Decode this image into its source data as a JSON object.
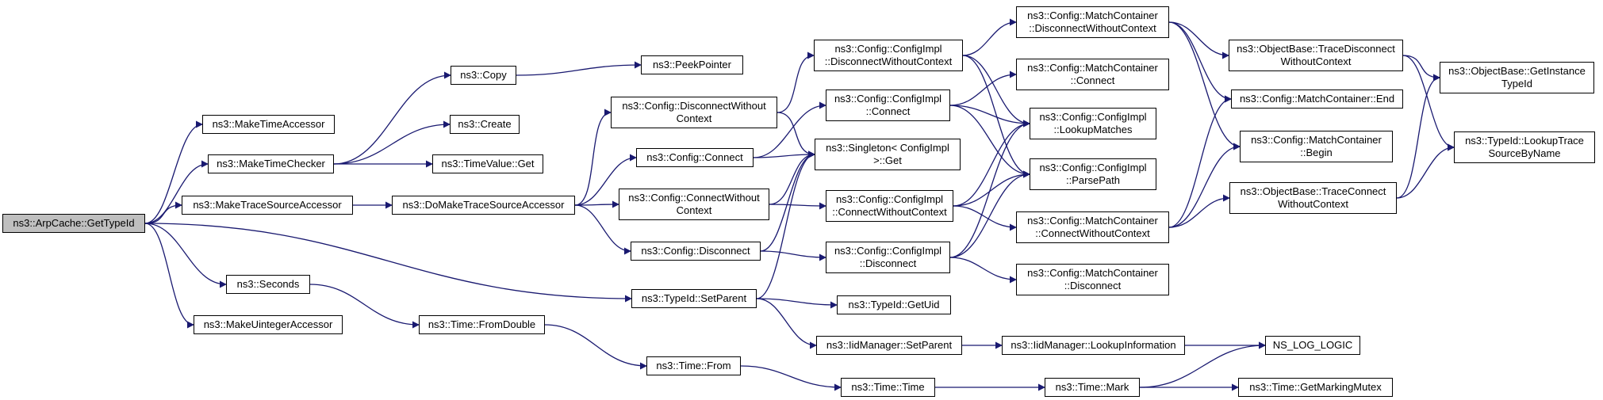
{
  "edge_color": "#191970",
  "root_fill": "#bfbfbf",
  "nodes": {
    "n0": {
      "line1": "ns3::ArpCache::GetTypeId",
      "line2": ""
    },
    "n1": {
      "line1": "ns3::MakeTimeAccessor",
      "line2": ""
    },
    "n2": {
      "line1": "ns3::MakeTimeChecker",
      "line2": ""
    },
    "n3": {
      "line1": "ns3::MakeTraceSourceAccessor",
      "line2": ""
    },
    "n4": {
      "line1": "ns3::Seconds",
      "line2": ""
    },
    "n5": {
      "line1": "ns3::MakeUintegerAccessor",
      "line2": ""
    },
    "n6": {
      "line1": "ns3::Copy",
      "line2": ""
    },
    "n7": {
      "line1": "ns3::Create",
      "line2": ""
    },
    "n8": {
      "line1": "ns3::TimeValue::Get",
      "line2": ""
    },
    "n9": {
      "line1": "ns3::DoMakeTraceSourceAccessor",
      "line2": ""
    },
    "n10": {
      "line1": "ns3::Time::FromDouble",
      "line2": ""
    },
    "n11": {
      "line1": "ns3::PeekPointer",
      "line2": ""
    },
    "n12": {
      "line1": "ns3::Config::DisconnectWithout",
      "line2": "Context"
    },
    "n13": {
      "line1": "ns3::Config::Connect",
      "line2": ""
    },
    "n14": {
      "line1": "ns3::Config::ConnectWithout",
      "line2": "Context"
    },
    "n15": {
      "line1": "ns3::Config::Disconnect",
      "line2": ""
    },
    "n16": {
      "line1": "ns3::TypeId::SetParent",
      "line2": ""
    },
    "n17": {
      "line1": "ns3::Time::From",
      "line2": ""
    },
    "n18": {
      "line1": "ns3::Config::ConfigImpl",
      "line2": "::DisconnectWithoutContext"
    },
    "n19": {
      "line1": "ns3::Config::ConfigImpl",
      "line2": "::Connect"
    },
    "n20": {
      "line1": "ns3::Singleton< ConfigImpl",
      "line2": ">::Get"
    },
    "n21": {
      "line1": "ns3::Config::ConfigImpl",
      "line2": "::ConnectWithoutContext"
    },
    "n22": {
      "line1": "ns3::Config::ConfigImpl",
      "line2": "::Disconnect"
    },
    "n23": {
      "line1": "ns3::TypeId::GetUid",
      "line2": ""
    },
    "n24": {
      "line1": "ns3::IidManager::SetParent",
      "line2": ""
    },
    "n25": {
      "line1": "ns3::Time::Time",
      "line2": ""
    },
    "n26": {
      "line1": "ns3::Config::MatchContainer",
      "line2": "::DisconnectWithoutContext"
    },
    "n27": {
      "line1": "ns3::Config::MatchContainer",
      "line2": "::Connect"
    },
    "n28": {
      "line1": "ns3::Config::ConfigImpl",
      "line2": "::LookupMatches"
    },
    "n29": {
      "line1": "ns3::Config::ConfigImpl",
      "line2": "::ParsePath"
    },
    "n30": {
      "line1": "ns3::Config::MatchContainer",
      "line2": "::ConnectWithoutContext"
    },
    "n31": {
      "line1": "ns3::Config::MatchContainer",
      "line2": "::Disconnect"
    },
    "n32": {
      "line1": "ns3::IidManager::LookupInformation",
      "line2": ""
    },
    "n33": {
      "line1": "ns3::Time::Mark",
      "line2": ""
    },
    "n34": {
      "line1": "ns3::ObjectBase::TraceDisconnect",
      "line2": "WithoutContext"
    },
    "n35": {
      "line1": "ns3::Config::MatchContainer::End",
      "line2": ""
    },
    "n36": {
      "line1": "ns3::Config::MatchContainer",
      "line2": "::Begin"
    },
    "n37": {
      "line1": "ns3::ObjectBase::TraceConnect",
      "line2": "WithoutContext"
    },
    "n38": {
      "line1": "NS_LOG_LOGIC",
      "line2": ""
    },
    "n39": {
      "line1": "ns3::Time::GetMarkingMutex",
      "line2": ""
    },
    "n40": {
      "line1": "ns3::ObjectBase::GetInstance",
      "line2": "TypeId"
    },
    "n41": {
      "line1": "ns3::TypeId::LookupTrace",
      "line2": "SourceByName"
    }
  }
}
